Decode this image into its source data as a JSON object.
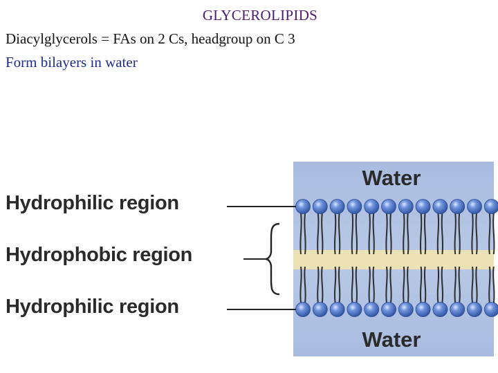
{
  "title": "GLYCEROLIPIDS",
  "definition": "Diacylglycerols = FAs on 2 Cs, headgroup on C 3",
  "subtitle": "Form bilayers in water",
  "diagram": {
    "water_top": "Water",
    "water_bottom": "Water",
    "labels": {
      "hydrophilic_top": "Hydrophilic region",
      "hydrophobic": "Hydrophobic region",
      "hydrophilic_bottom": "Hydrophilic region"
    }
  },
  "colors": {
    "water": "#9fb2d9",
    "core": "#ece2b5",
    "head": "#3f68c0",
    "title": "#4b1c6e",
    "subtitle": "#1f2b8a"
  }
}
